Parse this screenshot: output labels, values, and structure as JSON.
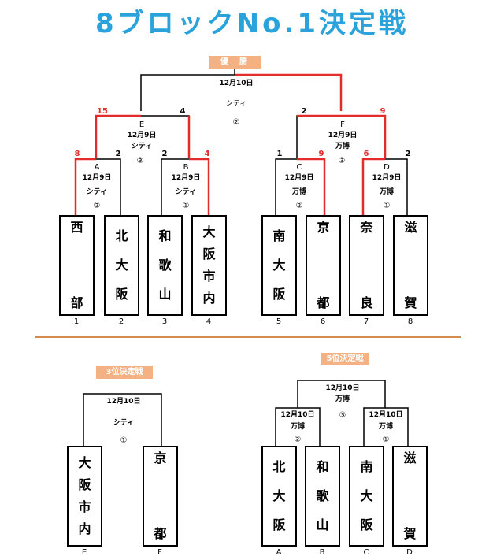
{
  "title": "8ブロックNo.1決定戦",
  "badges": {
    "champion": "優　勝",
    "third": "3位決定戦",
    "fifth": "5位決定戦"
  },
  "final": {
    "date": "12月10日",
    "venue": "シティ",
    "court": "②"
  },
  "semis": [
    {
      "letter": "E",
      "date": "12月9日",
      "venue": "シティ",
      "court": "③",
      "score_left": "15",
      "score_right": "4"
    },
    {
      "letter": "F",
      "date": "12月9日",
      "venue": "万博",
      "court": "③",
      "score_left": "2",
      "score_right": "9"
    }
  ],
  "final_scores": {
    "left": "",
    "right": ""
  },
  "quarters": [
    {
      "letter": "A",
      "date": "12月9日",
      "venue": "シティ",
      "court": "②",
      "score_left": "8",
      "score_right": "2"
    },
    {
      "letter": "B",
      "date": "12月9日",
      "venue": "シティ",
      "court": "①",
      "score_left": "2",
      "score_right": "4"
    },
    {
      "letter": "C",
      "date": "12月9日",
      "venue": "万博",
      "court": "②",
      "score_left": "1",
      "score_right": "9"
    },
    {
      "letter": "D",
      "date": "12月9日",
      "venue": "万博",
      "court": "①",
      "score_left": "6",
      "score_right": "2"
    }
  ],
  "teams": [
    {
      "chars": [
        "西",
        "部"
      ],
      "num": "1"
    },
    {
      "chars": [
        "北",
        "大",
        "阪"
      ],
      "num": "2"
    },
    {
      "chars": [
        "和",
        "歌",
        "山"
      ],
      "num": "3"
    },
    {
      "chars": [
        "大",
        "阪",
        "市",
        "内"
      ],
      "num": "4"
    },
    {
      "chars": [
        "南",
        "大",
        "阪"
      ],
      "num": "5"
    },
    {
      "chars": [
        "京",
        "都"
      ],
      "num": "6"
    },
    {
      "chars": [
        "奈",
        "良"
      ],
      "num": "7"
    },
    {
      "chars": [
        "滋",
        "賀"
      ],
      "num": "8"
    }
  ],
  "third_place": {
    "date": "12月10日",
    "venue": "シティ",
    "court": "①",
    "teams": [
      {
        "chars": [
          "大",
          "阪",
          "市",
          "内"
        ],
        "label": "E"
      },
      {
        "chars": [
          "京",
          "都"
        ],
        "label": "F"
      }
    ]
  },
  "fifth_place": {
    "final": {
      "date": "12月10日",
      "venue": "万博",
      "court": "③"
    },
    "semis": [
      {
        "date": "12月10日",
        "venue": "万博",
        "court": "②"
      },
      {
        "date": "12月10日",
        "venue": "万博",
        "court": "①"
      }
    ],
    "teams": [
      {
        "chars": [
          "北",
          "大",
          "阪"
        ],
        "label": "A"
      },
      {
        "chars": [
          "和",
          "歌",
          "山"
        ],
        "label": "B"
      },
      {
        "chars": [
          "南",
          "大",
          "阪"
        ],
        "label": "C"
      },
      {
        "chars": [
          "滋",
          "賀"
        ],
        "label": "D"
      }
    ]
  },
  "colors": {
    "title": "#2aa3dc",
    "badge": "#f4b183",
    "win_line": "#e32b2b",
    "lose_line": "#000000",
    "divider": "#d38b4f"
  }
}
